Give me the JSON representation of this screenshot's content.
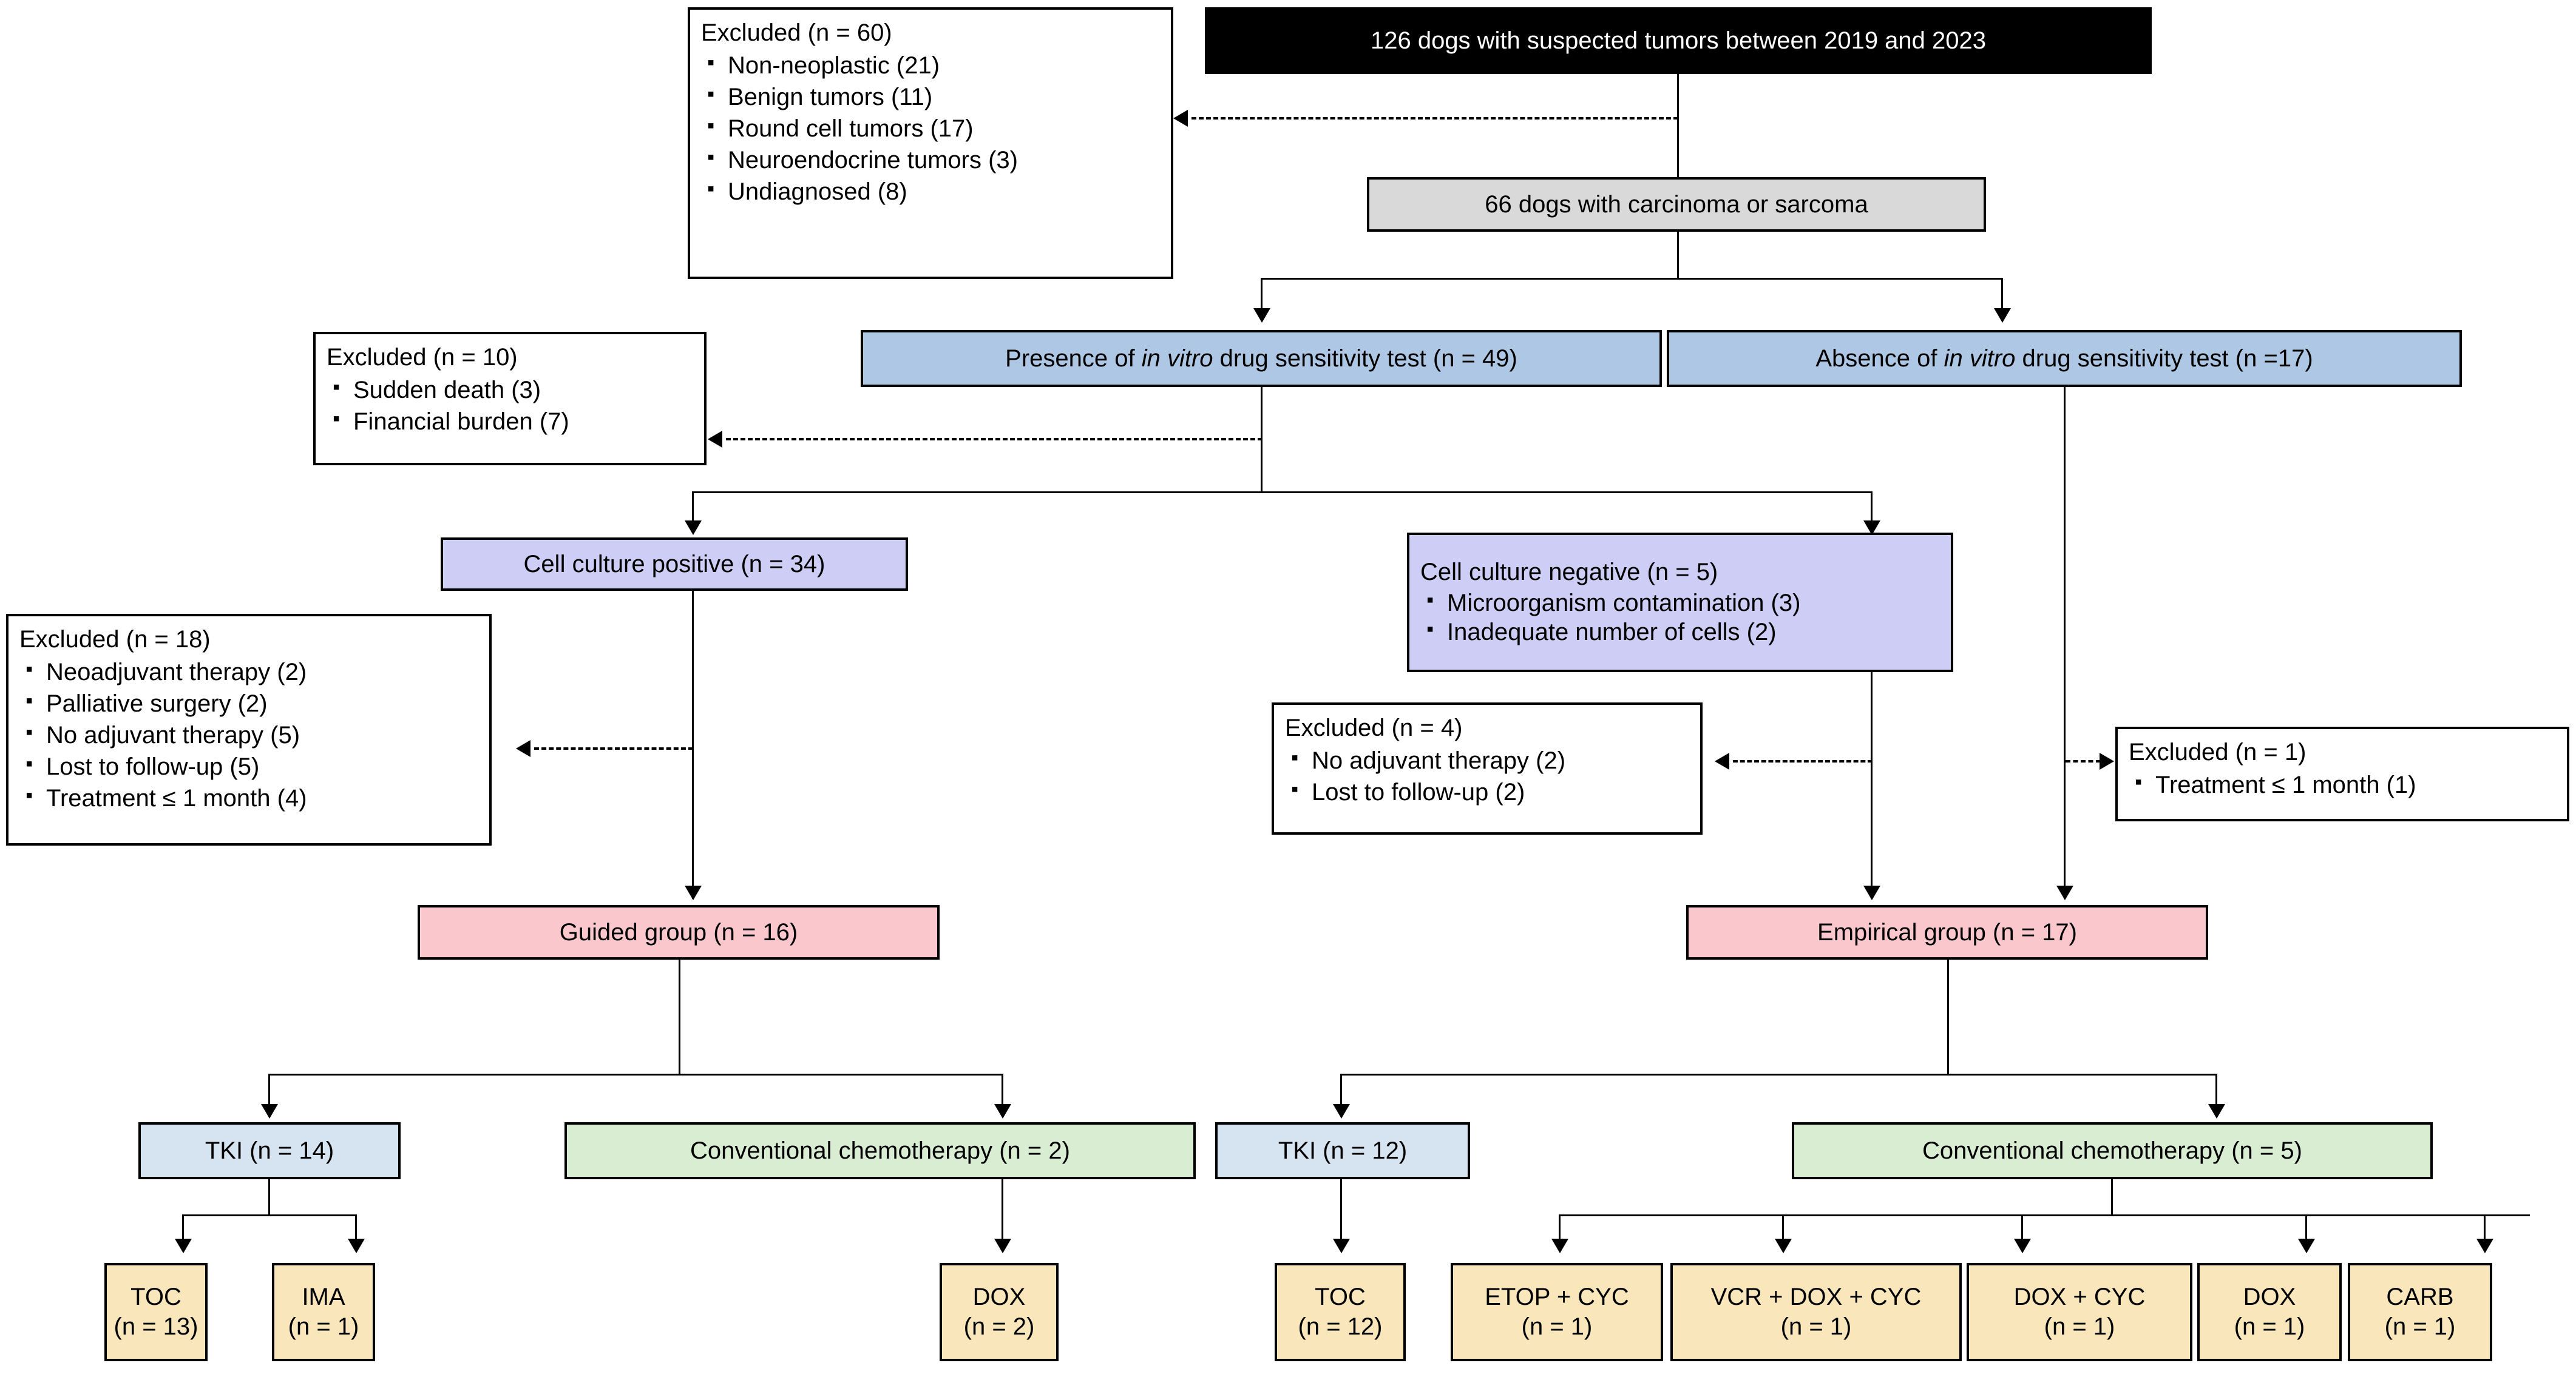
{
  "figure": {
    "type": "flowchart",
    "title": "Study enrollment flow diagram of dogs with suspected tumors"
  },
  "nodes": {
    "cohort": {
      "label": "126 dogs with suspected tumors between 2019 and 2023",
      "color": "#000000"
    },
    "carcinoma": {
      "label": "66 dogs with carcinoma or sarcoma",
      "color": "#d9d9d9"
    },
    "presence": {
      "pre": "Presence of ",
      "italic": "in vitro",
      "post": " drug sensitivity test (n = 49)",
      "color": "#aec7e4"
    },
    "absence": {
      "pre": "Absence of ",
      "italic": "in vitro",
      "post": " drug sensitivity test (n =17)",
      "color": "#aec7e4"
    },
    "culture_pos": {
      "label": "Cell culture positive (n = 34)",
      "color": "#cdcdf5"
    },
    "culture_neg": {
      "header": "Cell culture negative (n = 5)",
      "items": [
        "Microorganism contamination (3)",
        "Inadequate number of cells (2)"
      ],
      "color": "#cdcdf5"
    },
    "guided": {
      "label": "Guided group (n = 16)",
      "color": "#fac8cc"
    },
    "empirical": {
      "label": "Empirical group (n = 17)",
      "color": "#fac8cc"
    },
    "guided_tki": {
      "label": "TKI (n = 14)",
      "color": "#d6e4f2"
    },
    "guided_conv": {
      "label": "Conventional chemotherapy (n = 2)",
      "color": "#d9edd3"
    },
    "emp_tki": {
      "label": "TKI (n = 12)",
      "color": "#d6e4f2"
    },
    "emp_conv": {
      "label": "Conventional chemotherapy (n = 5)",
      "color": "#d9edd3"
    }
  },
  "excluded": {
    "ex60": {
      "header": "Excluded (n = 60)",
      "items": [
        "Non-neoplastic (21)",
        "Benign tumors (11)",
        "Round cell tumors (17)",
        "Neuroendocrine tumors (3)",
        "Undiagnosed (8)"
      ]
    },
    "ex10": {
      "header": "Excluded (n = 10)",
      "items": [
        "Sudden death (3)",
        "Financial burden (7)"
      ]
    },
    "ex18": {
      "header": "Excluded (n = 18)",
      "items": [
        "Neoadjuvant therapy (2)",
        "Palliative surgery (2)",
        "No adjuvant therapy (5)",
        "Lost to follow-up (5)",
        "Treatment ≤ 1 month (4)"
      ]
    },
    "ex4": {
      "header": "Excluded (n = 4)",
      "items": [
        "No adjuvant therapy (2)",
        "Lost to follow-up (2)"
      ]
    },
    "ex1": {
      "header": "Excluded (n = 1)",
      "items": [
        "Treatment ≤ 1 month (1)"
      ]
    }
  },
  "drugs": {
    "guided": [
      {
        "name": "TOC",
        "count": "(n = 13)"
      },
      {
        "name": "IMA",
        "count": "(n = 1)"
      },
      {
        "name": "DOX",
        "count": "(n = 2)"
      }
    ],
    "empirical": [
      {
        "name": "TOC",
        "count": "(n = 12)"
      },
      {
        "name": "ETOP + CYC",
        "count": "(n = 1)"
      },
      {
        "name": "VCR + DOX + CYC",
        "count": "(n = 1)"
      },
      {
        "name": "DOX + CYC",
        "count": "(n = 1)"
      },
      {
        "name": "DOX",
        "count": "(n = 1)"
      },
      {
        "name": "CARB",
        "count": "(n = 1)"
      }
    ]
  },
  "colors": {
    "black_box": "#000000",
    "grey_box": "#d9d9d9",
    "blue_box": "#aec7e4",
    "purple_box": "#cdcdf5",
    "pink_box": "#fac8cc",
    "lightblue_box": "#d6e4f2",
    "green_box": "#d9edd3",
    "cream_box": "#f9e7bb",
    "line": "#000000"
  }
}
